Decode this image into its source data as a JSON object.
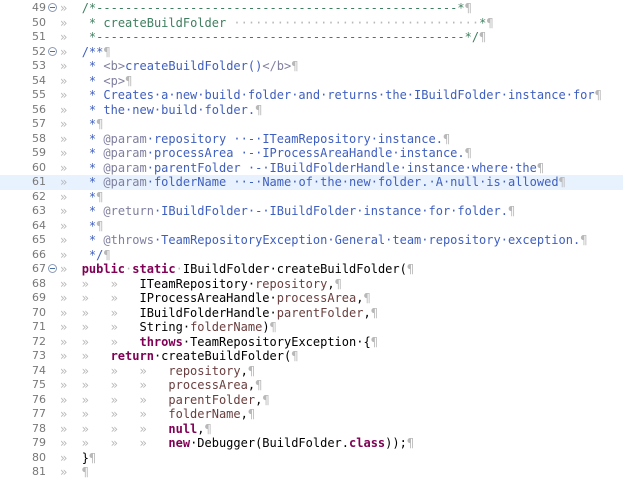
{
  "editor": {
    "lines": [
      {
        "n": "49",
        "fold": true,
        "seg": [
          [
            "ws",
            "»  "
          ],
          [
            "cm",
            "/*--------------------------------------------------*"
          ],
          [
            "ws",
            "¶"
          ]
        ]
      },
      {
        "n": "50",
        "seg": [
          [
            "ws",
            "»  "
          ],
          [
            "cm",
            " * "
          ],
          [
            "cm",
            "createBuildFolder"
          ],
          [
            "ws",
            " ··································"
          ],
          [
            "cm",
            "*"
          ],
          [
            "ws",
            "¶"
          ]
        ]
      },
      {
        "n": "51",
        "seg": [
          [
            "ws",
            "»  "
          ],
          [
            "cm",
            " *---------------------------------------------------*/"
          ],
          [
            "ws",
            "¶"
          ]
        ]
      },
      {
        "n": "52",
        "fold": true,
        "seg": [
          [
            "ws",
            "»  "
          ],
          [
            "jd",
            "/**"
          ],
          [
            "ws",
            "¶"
          ]
        ]
      },
      {
        "n": "53",
        "seg": [
          [
            "ws",
            "»  "
          ],
          [
            "jd",
            " * "
          ],
          [
            "tag",
            "<b>"
          ],
          [
            "jd",
            "createBuildFolder()"
          ],
          [
            "tag",
            "</b>"
          ],
          [
            "ws",
            "¶"
          ]
        ]
      },
      {
        "n": "54",
        "seg": [
          [
            "ws",
            "»  "
          ],
          [
            "jd",
            " * "
          ],
          [
            "tag",
            "<p>"
          ],
          [
            "ws",
            "¶"
          ]
        ]
      },
      {
        "n": "55",
        "seg": [
          [
            "ws",
            "»  "
          ],
          [
            "jd",
            " * Creates·a·new·build·folder·and·returns·the·IBuildFolder·instance·for"
          ],
          [
            "ws",
            "¶"
          ]
        ]
      },
      {
        "n": "56",
        "seg": [
          [
            "ws",
            "»  "
          ],
          [
            "jd",
            " * the·new·build·folder."
          ],
          [
            "ws",
            "¶"
          ]
        ]
      },
      {
        "n": "57",
        "seg": [
          [
            "ws",
            "»  "
          ],
          [
            "jd",
            " *"
          ],
          [
            "ws",
            "¶"
          ]
        ]
      },
      {
        "n": "58",
        "seg": [
          [
            "ws",
            "»  "
          ],
          [
            "jd",
            " * "
          ],
          [
            "tag",
            "@param"
          ],
          [
            "jd",
            "·repository ··-·ITeamRepository·instance."
          ],
          [
            "ws",
            "¶"
          ]
        ]
      },
      {
        "n": "59",
        "seg": [
          [
            "ws",
            "»  "
          ],
          [
            "jd",
            " * "
          ],
          [
            "tag",
            "@param"
          ],
          [
            "jd",
            "·processArea ·-·IProcessAreaHandle·instance."
          ],
          [
            "ws",
            "¶"
          ]
        ]
      },
      {
        "n": "60",
        "seg": [
          [
            "ws",
            "»  "
          ],
          [
            "jd",
            " * "
          ],
          [
            "tag",
            "@param"
          ],
          [
            "jd",
            "·parentFolder ·-·IBuildFolderHandle·instance·where·the"
          ],
          [
            "ws",
            "¶"
          ]
        ]
      },
      {
        "n": "61",
        "current": true,
        "seg": [
          [
            "ws",
            "»  "
          ],
          [
            "jd",
            " * "
          ],
          [
            "tag",
            "@param"
          ],
          [
            "jd",
            "·folderName ··-·Name·of·the·new·folder.·A·null·is·allowed"
          ],
          [
            "ws",
            "¶"
          ]
        ]
      },
      {
        "n": "62",
        "seg": [
          [
            "ws",
            "»  "
          ],
          [
            "jd",
            " *"
          ],
          [
            "ws",
            "¶"
          ]
        ]
      },
      {
        "n": "63",
        "seg": [
          [
            "ws",
            "»  "
          ],
          [
            "jd",
            " * "
          ],
          [
            "tag",
            "@return"
          ],
          [
            "jd",
            "·IBuildFolder·-·IBuildFolder·instance·for·folder."
          ],
          [
            "ws",
            "¶"
          ]
        ]
      },
      {
        "n": "64",
        "seg": [
          [
            "ws",
            "»  "
          ],
          [
            "jd",
            " *"
          ],
          [
            "ws",
            "¶"
          ]
        ]
      },
      {
        "n": "65",
        "seg": [
          [
            "ws",
            "»  "
          ],
          [
            "jd",
            " * "
          ],
          [
            "tag",
            "@throws"
          ],
          [
            "jd",
            "·TeamRepositoryException·General·team·repository·exception."
          ],
          [
            "ws",
            "¶"
          ]
        ]
      },
      {
        "n": "66",
        "seg": [
          [
            "ws",
            "»  "
          ],
          [
            "jd",
            " */"
          ],
          [
            "ws",
            "¶"
          ]
        ]
      },
      {
        "n": "67",
        "fold": true,
        "seg": [
          [
            "ws",
            "»  "
          ],
          [
            "kw",
            "public"
          ],
          [
            "ws",
            "·"
          ],
          [
            "kw",
            "static"
          ],
          [
            "ws",
            "·"
          ],
          [
            "sig",
            "IBuildFolder·createBuildFolder("
          ],
          [
            "ws",
            "¶"
          ]
        ]
      },
      {
        "n": "68",
        "seg": [
          [
            "ws",
            "»  »   »   "
          ],
          [
            "sig",
            "ITeamRepository·"
          ],
          [
            "var",
            "repository"
          ],
          [
            "sig",
            ","
          ],
          [
            "ws",
            "¶"
          ]
        ]
      },
      {
        "n": "69",
        "seg": [
          [
            "ws",
            "»  »   »   "
          ],
          [
            "sig",
            "IProcessAreaHandle·"
          ],
          [
            "var",
            "processArea"
          ],
          [
            "sig",
            ","
          ],
          [
            "ws",
            "¶"
          ]
        ]
      },
      {
        "n": "70",
        "seg": [
          [
            "ws",
            "»  »   »   "
          ],
          [
            "sig",
            "IBuildFolderHandle·"
          ],
          [
            "var",
            "parentFolder"
          ],
          [
            "sig",
            ","
          ],
          [
            "ws",
            "¶"
          ]
        ]
      },
      {
        "n": "71",
        "seg": [
          [
            "ws",
            "»  »   »   "
          ],
          [
            "sig",
            "String·"
          ],
          [
            "var",
            "folderName"
          ],
          [
            "sig",
            ")"
          ],
          [
            "ws",
            "¶"
          ]
        ]
      },
      {
        "n": "72",
        "seg": [
          [
            "ws",
            "»  »   »   "
          ],
          [
            "kw",
            "throws"
          ],
          [
            "sig",
            "·TeamRepositoryException·{"
          ],
          [
            "ws",
            "¶"
          ]
        ]
      },
      {
        "n": "73",
        "seg": [
          [
            "ws",
            "»  »   "
          ],
          [
            "kw",
            "return"
          ],
          [
            "sig",
            "·"
          ],
          [
            "sig",
            "createBuildFolder("
          ],
          [
            "ws",
            "¶"
          ]
        ]
      },
      {
        "n": "74",
        "seg": [
          [
            "ws",
            "»  »   »   »   "
          ],
          [
            "var",
            "repository"
          ],
          [
            "sig",
            ","
          ],
          [
            "ws",
            "¶"
          ]
        ]
      },
      {
        "n": "75",
        "seg": [
          [
            "ws",
            "»  »   »   »   "
          ],
          [
            "var",
            "processArea"
          ],
          [
            "sig",
            ","
          ],
          [
            "ws",
            "¶"
          ]
        ]
      },
      {
        "n": "76",
        "seg": [
          [
            "ws",
            "»  »   »   »   "
          ],
          [
            "var",
            "parentFolder"
          ],
          [
            "sig",
            ","
          ],
          [
            "ws",
            "¶"
          ]
        ]
      },
      {
        "n": "77",
        "seg": [
          [
            "ws",
            "»  »   »   »   "
          ],
          [
            "var",
            "folderName"
          ],
          [
            "sig",
            ","
          ],
          [
            "ws",
            "¶"
          ]
        ]
      },
      {
        "n": "78",
        "seg": [
          [
            "ws",
            "»  »   »   »   "
          ],
          [
            "kw",
            "null"
          ],
          [
            "sig",
            ","
          ],
          [
            "ws",
            "¶"
          ]
        ]
      },
      {
        "n": "79",
        "seg": [
          [
            "ws",
            "»  »   »   »   "
          ],
          [
            "kw",
            "new"
          ],
          [
            "sig",
            "·Debugger(BuildFolder."
          ],
          [
            "kw",
            "class"
          ],
          [
            "sig",
            "));"
          ],
          [
            "ws",
            "¶"
          ]
        ]
      },
      {
        "n": "80",
        "seg": [
          [
            "ws",
            "»  "
          ],
          [
            "sig",
            "}"
          ],
          [
            "ws",
            "¶"
          ]
        ]
      },
      {
        "n": "81",
        "seg": [
          [
            "ws",
            "»  ¶"
          ]
        ]
      }
    ]
  }
}
